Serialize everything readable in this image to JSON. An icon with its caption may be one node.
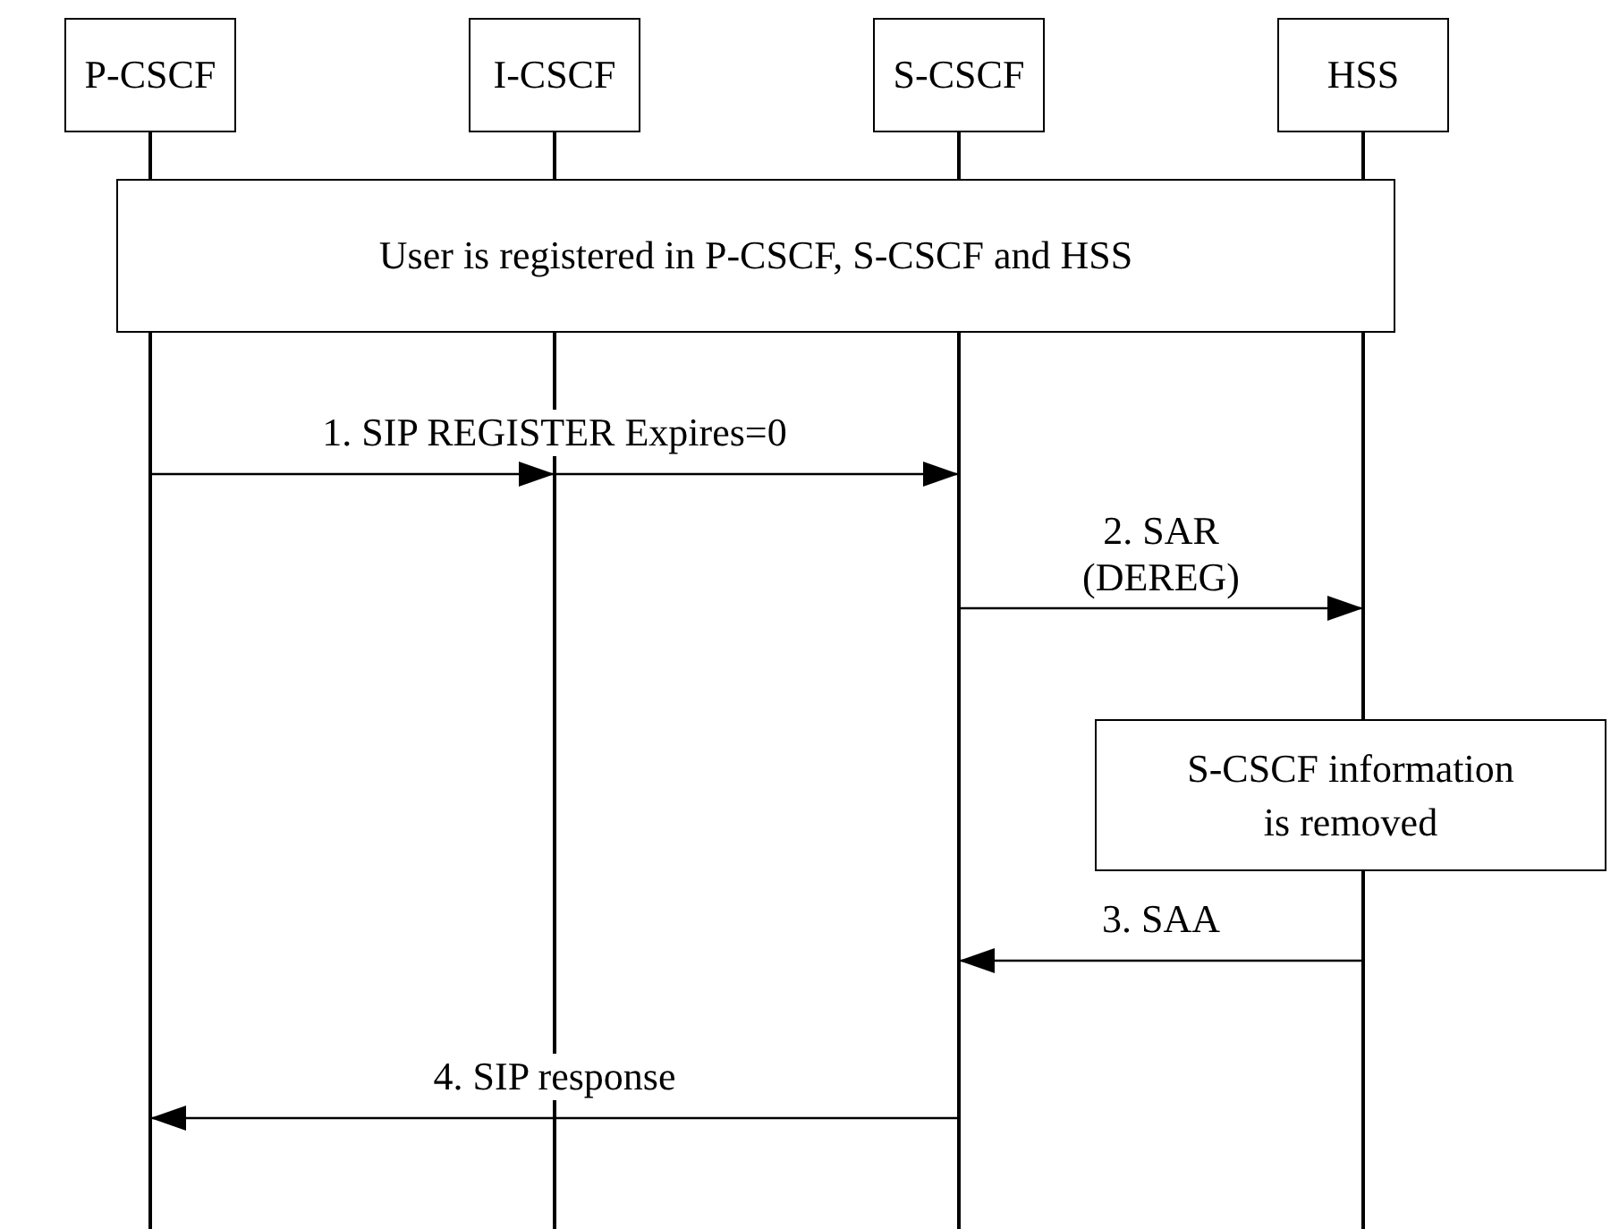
{
  "diagram": {
    "nodes": [
      {
        "text": [
          "P-CSCF"
        ]
      },
      {
        "text": [
          "I-CSCF"
        ]
      },
      {
        "text": [
          "S-CSCF"
        ]
      },
      {
        "text": [
          "HSS"
        ]
      },
      {
        "text": [
          "User is registered in P-CSCF, S-CSCF and HSS"
        ]
      },
      {
        "text": [
          "S-CSCF information is removed"
        ]
      }
    ],
    "edges": [
      {
        "from": 0,
        "to": 1,
        "arrow": "to",
        "label": "1. SIP REGISTER Expires=0"
      },
      {
        "from": 1,
        "to": 2,
        "arrow": "to"
      },
      {
        "from": 2,
        "to": 3,
        "arrow": "to",
        "label": "2. SAR (DEREG)"
      },
      {
        "from": 3,
        "to": 2,
        "arrow": "to",
        "label": "3. SAA"
      },
      {
        "from": 2,
        "to": 0,
        "arrow": "to",
        "label": "4. SIP response"
      }
    ]
  }
}
